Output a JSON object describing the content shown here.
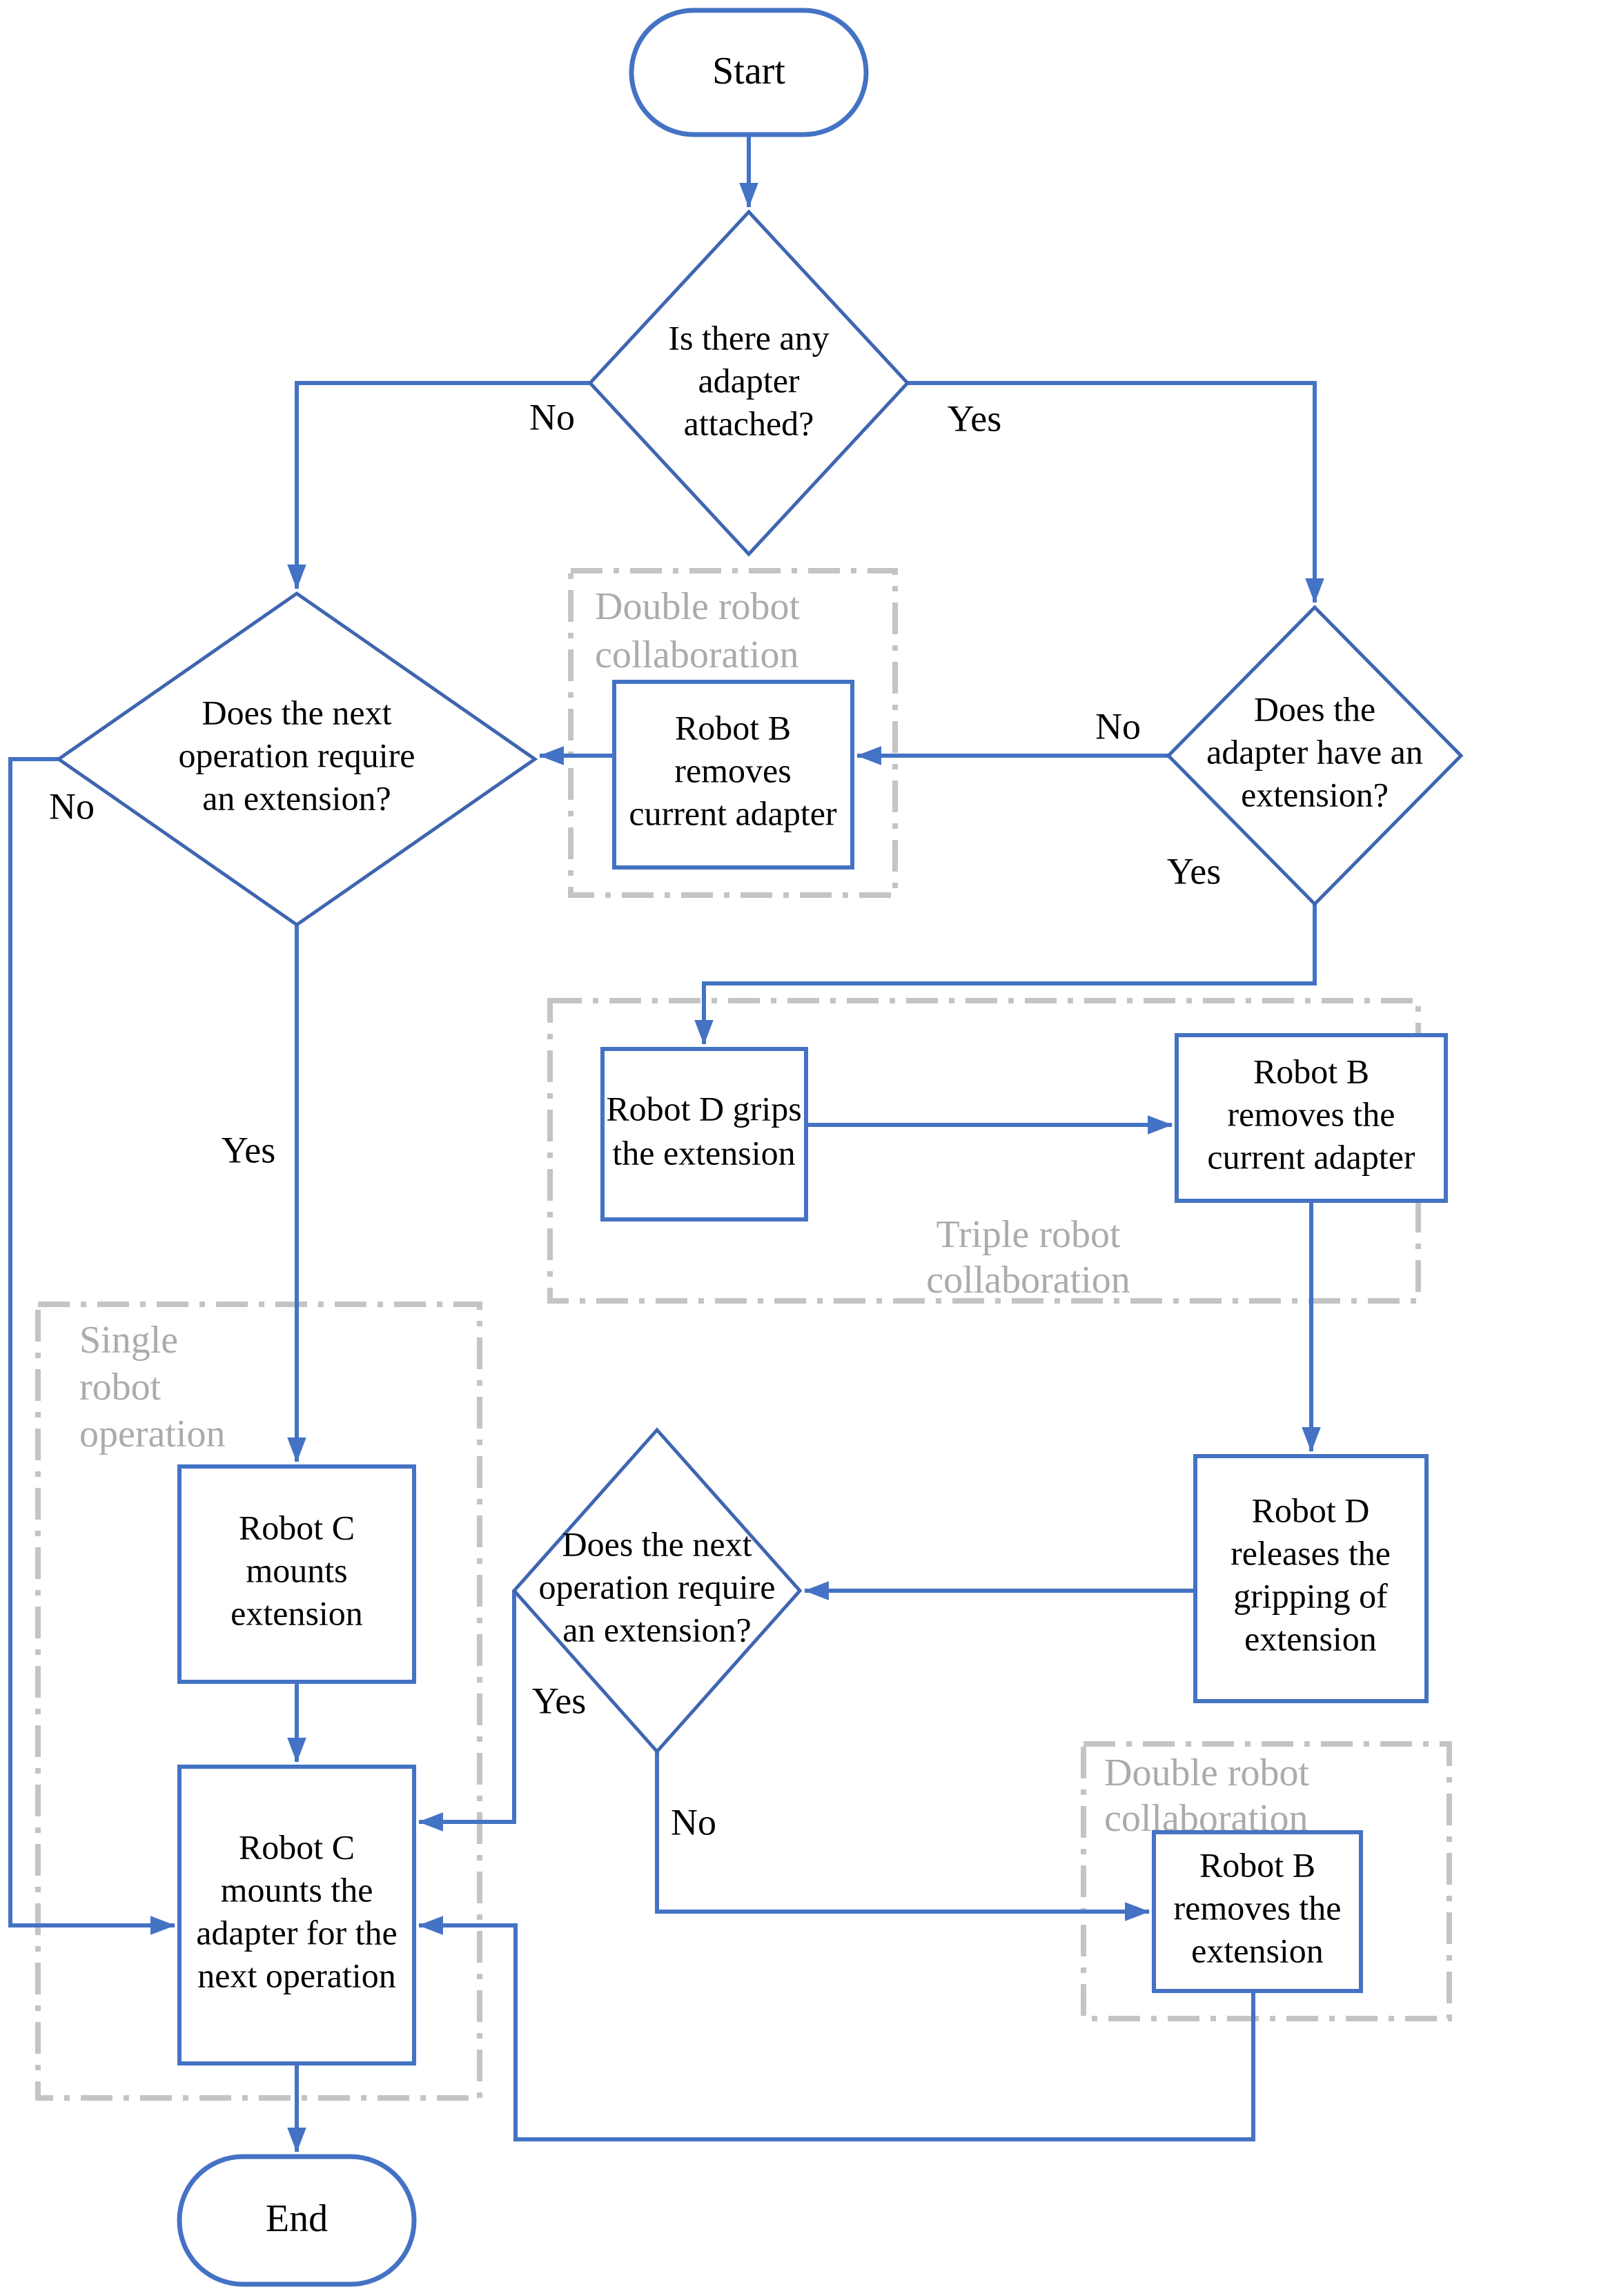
{
  "flowchart": {
    "title": "Robot adapter / extension change flowchart",
    "nodes": {
      "start": {
        "label": "Start"
      },
      "end": {
        "label": "End"
      },
      "d1_adapter_attached": {
        "lines": [
          "Is there any",
          "adapter",
          "attached?"
        ]
      },
      "d2_next_op_extension": {
        "lines": [
          "Does the next",
          "operation require",
          "an extension?"
        ]
      },
      "d3_adapter_has_extension": {
        "lines": [
          "Does the",
          "adapter have an",
          "extension?"
        ]
      },
      "d4_next_op_extension": {
        "lines": [
          "Does the next",
          "operation require",
          "an extension?"
        ]
      },
      "b_removes_current_adapter": {
        "lines": [
          "Robot B",
          "removes",
          "current adapter"
        ]
      },
      "d_grips_extension": {
        "lines": [
          "Robot D grips",
          "the extension"
        ]
      },
      "b_removes_the_current_adapter": {
        "lines": [
          "Robot B",
          "removes the",
          "current adapter"
        ]
      },
      "d_releases_gripping": {
        "lines": [
          "Robot D",
          "releases the",
          "gripping of",
          "extension"
        ]
      },
      "c_mounts_extension": {
        "lines": [
          "Robot C",
          "mounts",
          "extension"
        ]
      },
      "c_mounts_adapter": {
        "lines": [
          "Robot C",
          "mounts the",
          "adapter for the",
          "next operation"
        ]
      },
      "b_removes_extension": {
        "lines": [
          "Robot B",
          "removes the",
          "extension"
        ]
      }
    },
    "edge_labels": {
      "no1": "No",
      "yes1": "Yes",
      "no2": "No",
      "yes2": "Yes",
      "no3": "No",
      "yes3": "Yes",
      "yes4": "Yes",
      "no4": "No"
    },
    "regions": {
      "double_robot_top": {
        "lines": [
          "Double robot",
          "collaboration"
        ]
      },
      "triple_robot": {
        "lines": [
          "Triple robot",
          "collaboration"
        ]
      },
      "single_robot": {
        "lines": [
          "Single",
          "robot",
          "operation"
        ]
      },
      "double_robot_bottom": {
        "lines": [
          "Double robot",
          "collaboration"
        ]
      }
    },
    "colors": {
      "shape_stroke": "#4472C4",
      "diamond_stroke": "#3E66B0",
      "region_stroke": "#C4C4C4",
      "region_text": "#ABABAB",
      "text": "#000000",
      "bg": "#FFFFFF"
    }
  }
}
